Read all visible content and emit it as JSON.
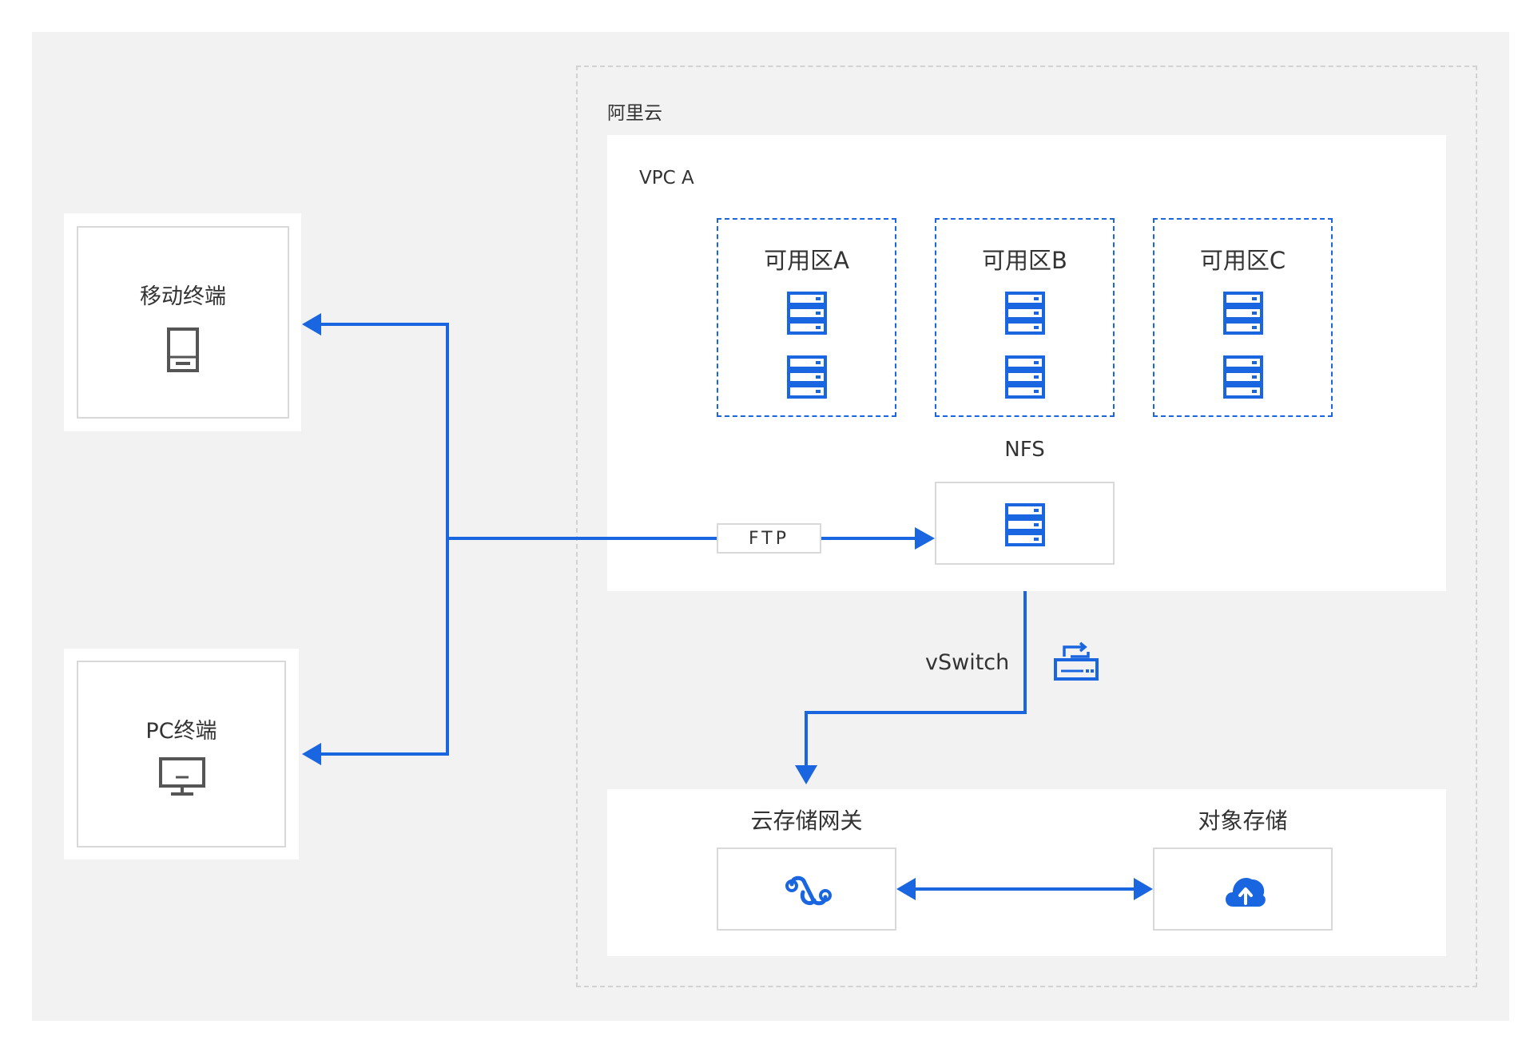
{
  "cloud_label": "阿里云",
  "vpc_label": "VPC A",
  "zones": [
    {
      "label": "可用区A"
    },
    {
      "label": "可用区B"
    },
    {
      "label": "可用区C"
    }
  ],
  "nfs_label": "NFS",
  "ftp_label": "FTP",
  "vswitch_label": "vSwitch",
  "mobile_label": "移动终端",
  "pc_label": "PC终端",
  "gateway_label": "云存储网关",
  "oss_label": "对象存储",
  "colors": {
    "accent": "#1a66e0",
    "background": "#f2f2f2",
    "border": "#d9d9d9",
    "text": "#333333",
    "icon_gray": "#555555"
  }
}
